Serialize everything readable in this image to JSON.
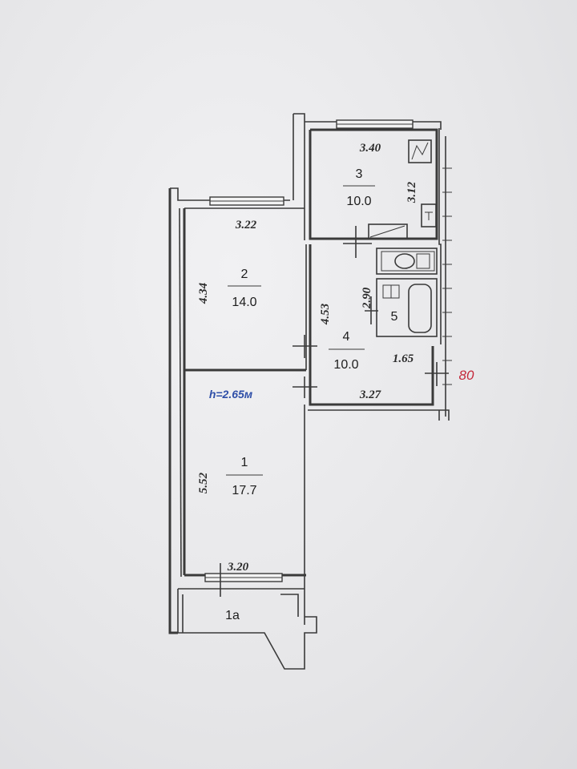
{
  "rooms": [
    {
      "number": "1",
      "area": "17.7",
      "height_dim": "5.52",
      "width_dim": "3.20"
    },
    {
      "number": "2",
      "area": "14.0",
      "height_dim": "4.34",
      "width_dim": "3.22"
    },
    {
      "number": "3",
      "area": "10.0",
      "height_dim": "3.12",
      "width_dim": "3.40"
    },
    {
      "number": "4",
      "area": "10.0",
      "height_dim": "4.53",
      "width_dim": "3.27",
      "extra_dim": "1.65"
    },
    {
      "number": "5",
      "height_dim": "2.90"
    }
  ],
  "balcony": {
    "label": "1a"
  },
  "ceiling_height": "h=2.65м",
  "apartment_number": "80",
  "colors": {
    "height_label": "#2f4fa8",
    "apartment_number": "#c4283a",
    "lines": "#3a3a3a"
  }
}
